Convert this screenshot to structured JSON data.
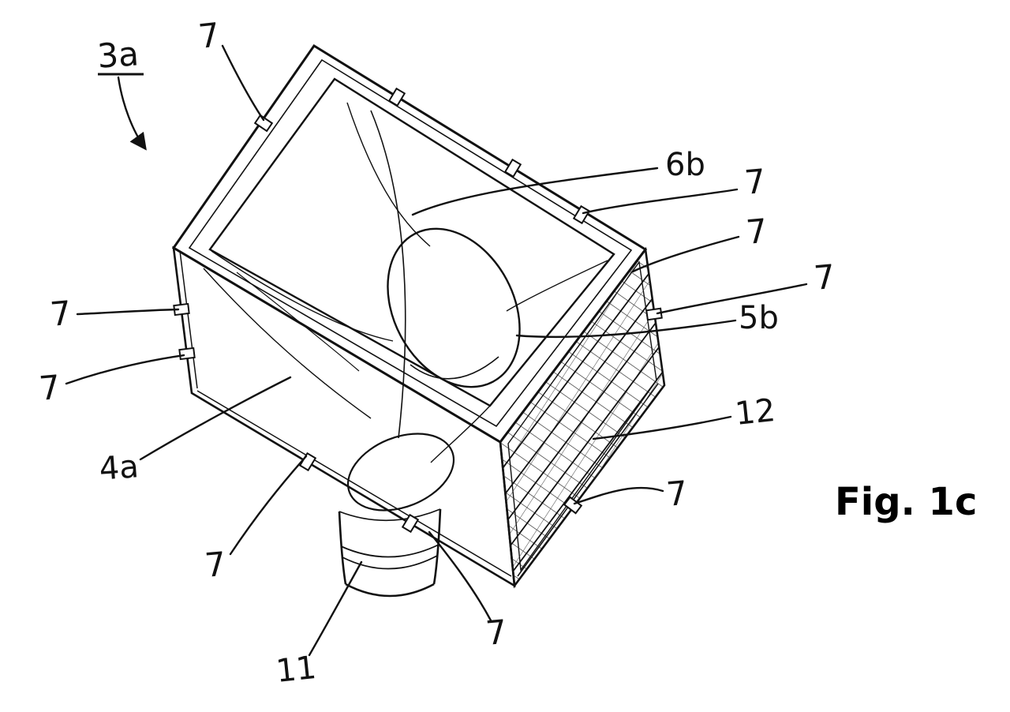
{
  "figure": {
    "caption": "Fig. 1c",
    "labels": {
      "ref_3a": "3a",
      "ref_7": "7",
      "ref_6b": "6b",
      "ref_5b": "5b",
      "ref_12": "12",
      "ref_4a": "4a",
      "ref_11": "11"
    }
  }
}
